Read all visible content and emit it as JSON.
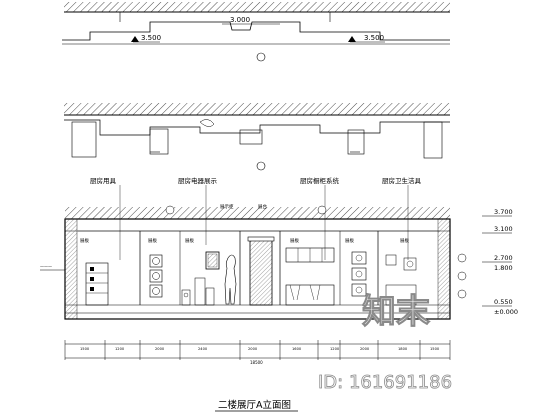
{
  "plan_top": {
    "dimension_center": "3.000",
    "level_left": "3.500",
    "level_right": "3.500",
    "circle_label": "①"
  },
  "plan_middle": {
    "circle_label": "②"
  },
  "elevation": {
    "callouts": [
      "厨房用具",
      "厨房电器展示",
      "厨房橱柜系统",
      "厨房卫生洁具"
    ],
    "inner_labels": [
      "展板",
      "展示柜",
      "展台"
    ],
    "level_marks": [
      "3.700",
      "3.100",
      "2.700",
      "1.800",
      "0.550",
      "±0.000"
    ],
    "bottom_dims": [
      "1500",
      "1200",
      "2000",
      "2400",
      "2000",
      "1600",
      "1200",
      "2000",
      "1800",
      "1500"
    ],
    "total_dim": "18500"
  },
  "title": "二楼展厅A立面图",
  "watermark": {
    "logo_text": "知末",
    "id_text": "ID: 161691186"
  }
}
